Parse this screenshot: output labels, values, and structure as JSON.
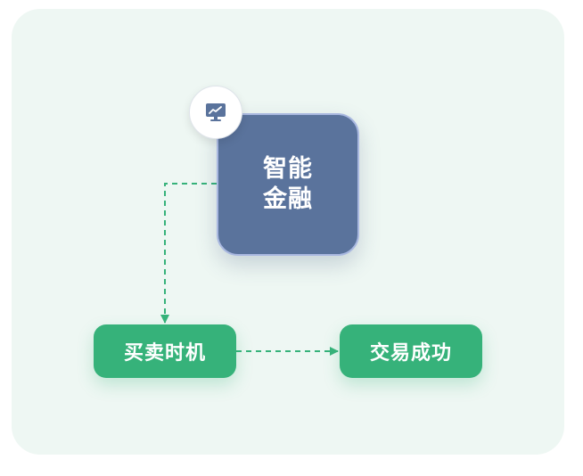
{
  "colors": {
    "background": "#eef7f3",
    "main_node": "#5a739c",
    "main_node_border": "#a9b8e0",
    "green_node": "#36b27a",
    "connector": "#36b27a",
    "icon": "#5a739c"
  },
  "main_node": {
    "line1": "智能",
    "line2": "金融",
    "icon": "monitor-chart-icon"
  },
  "nodes": {
    "buy_timing": "买卖时机",
    "trade_success": "交易成功"
  }
}
